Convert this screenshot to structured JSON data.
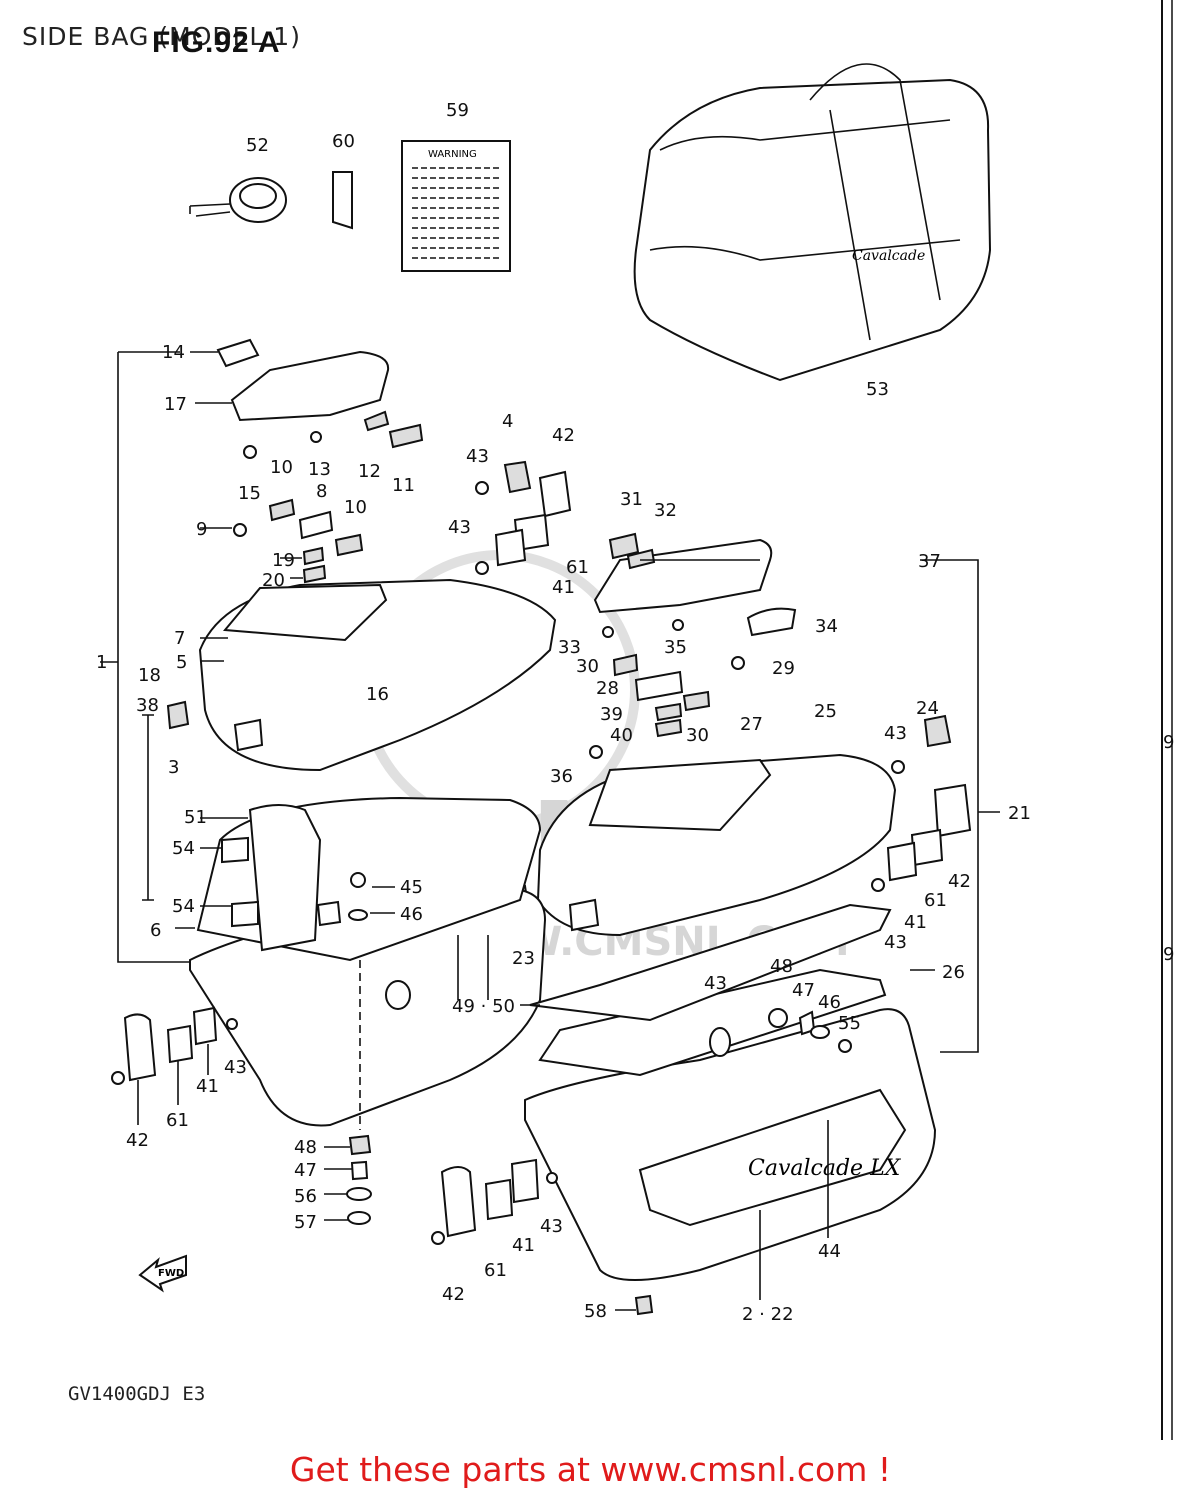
{
  "header": {
    "title": "SIDE BAG (MODEL 1)",
    "figure": "FIG.92 A"
  },
  "warning_label": "WARNING",
  "bag_brand": "Cavalcade",
  "cover_brand": "Cavalcade LX",
  "fwd_label": "FWD",
  "watermark": "WWW.CMSNL.COM",
  "model_code": "GV1400GDJ E3",
  "footer_cta": "Get these parts at www.cmsnl.com !",
  "edge_marks": [
    "9",
    "9"
  ],
  "callouts": [
    "52",
    "60",
    "59",
    "53",
    "14",
    "17",
    "15",
    "10",
    "13",
    "12",
    "11",
    "8",
    "9",
    "10",
    "19",
    "20",
    "7",
    "5",
    "16",
    "1",
    "18",
    "38",
    "3",
    "43",
    "4",
    "42",
    "43",
    "61",
    "41",
    "31",
    "32",
    "37",
    "33",
    "35",
    "34",
    "30",
    "29",
    "28",
    "39",
    "40",
    "30",
    "27",
    "25",
    "24",
    "43",
    "36",
    "21",
    "51",
    "54",
    "45",
    "46",
    "54",
    "6",
    "23",
    "43",
    "42",
    "61",
    "41",
    "43",
    "48",
    "47",
    "46",
    "55",
    "26",
    "49 · 50",
    "42",
    "61",
    "41",
    "43",
    "48",
    "47",
    "56",
    "57",
    "42",
    "61",
    "41",
    "43",
    "44",
    "2 · 22",
    "58"
  ]
}
